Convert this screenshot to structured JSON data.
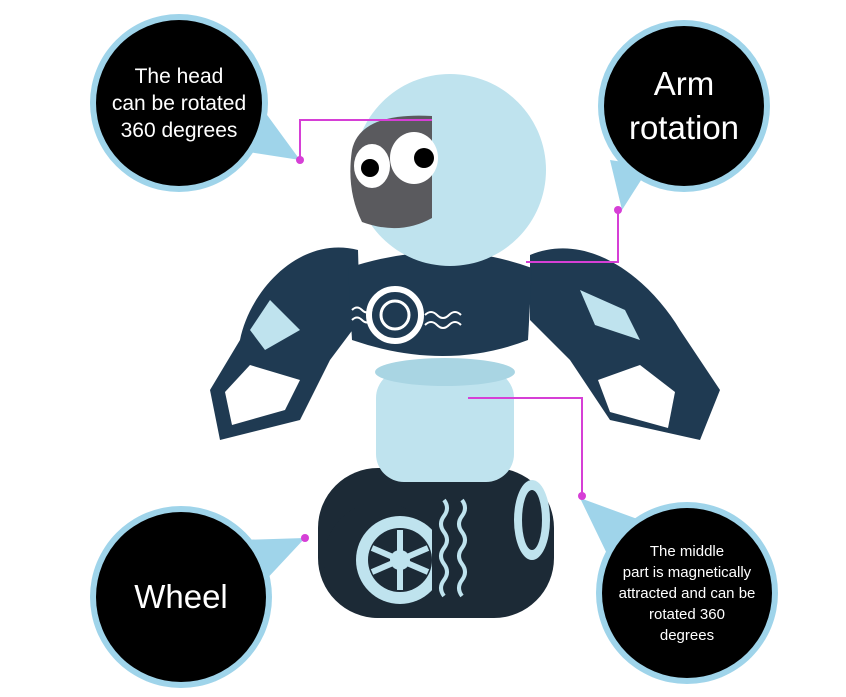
{
  "callouts": {
    "head": [
      "The head",
      "can be rotated",
      "360 degrees"
    ],
    "arm": [
      "Arm",
      "rotation"
    ],
    "wheel": [
      "Wheel"
    ],
    "middle": [
      "The middle",
      "part is magnetically",
      "attracted and can be",
      "rotated 360",
      "degrees"
    ]
  },
  "colors": {
    "callout_bg": "#000000",
    "callout_ring": "#9fd4ea",
    "leader_line": "#d63fd6",
    "robot_light_blue": "#bfe3ee",
    "robot_navy": "#1f3a52"
  }
}
